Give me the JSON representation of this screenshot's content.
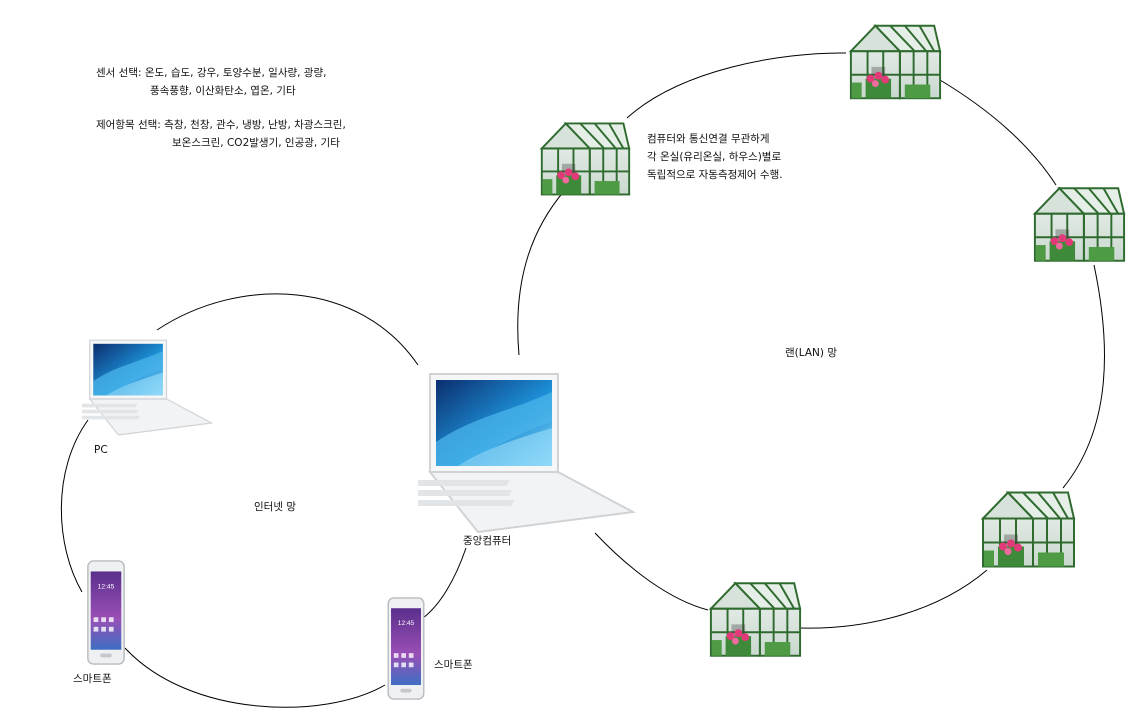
{
  "sensor_note": {
    "line1": "센서 선택: 온도, 습도, 강우, 토양수분, 일사량, 광량,",
    "line2": "풍속풍향, 이산화탄소, 엽온, 기타"
  },
  "control_note": {
    "line1": "제어항목 선택: 측창, 천창, 관수, 냉방, 난방, 차광스크린,",
    "line2": "보온스크린, CO2발생기, 인공광, 기타"
  },
  "greenhouse_note": {
    "line1": "컴퓨터와 통신연결 무관하게",
    "line2": "각 온실(유리온실, 하우스)별로",
    "line3": "독립적으로 자동측정제어 수행."
  },
  "labels": {
    "lan_network": "랜(LAN) 망",
    "internet_network": "인터넷 망",
    "pc": "PC",
    "central_computer": "중앙컴퓨터",
    "smartphone_left": "스마트폰",
    "smartphone_right": "스마트폰"
  },
  "icons": {
    "laptop": "laptop-icon",
    "smartphone": "smartphone-icon",
    "greenhouse": "greenhouse-icon"
  },
  "colors": {
    "line": "#000000",
    "screen_blue": "#1d8fd6",
    "greenhouse_frame": "#2f6b2f",
    "glass": "#dfe8e3",
    "flower": "#e23a78"
  }
}
